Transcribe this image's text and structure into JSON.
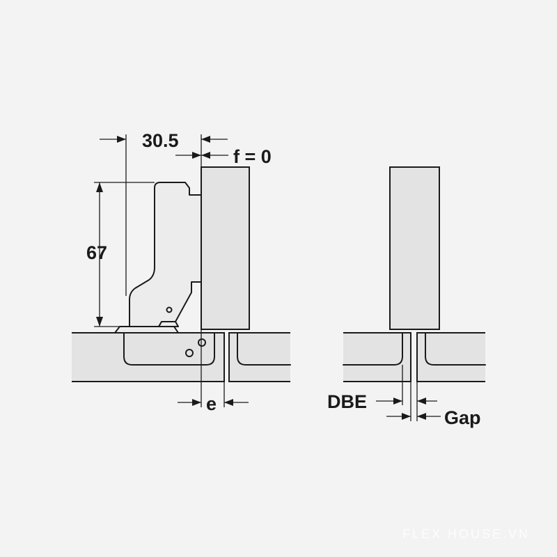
{
  "labels": {
    "dim_width": "30.5",
    "dim_overlay": "f = 0",
    "dim_height": "67",
    "dim_e": "e",
    "dim_dbe": "DBE",
    "dim_gap": "Gap"
  },
  "watermark": "FLEX HOUSE.VN",
  "colors": {
    "background": "#f3f3f3",
    "panel_fill": "#e3e3e3",
    "line": "#1a1a1a"
  }
}
